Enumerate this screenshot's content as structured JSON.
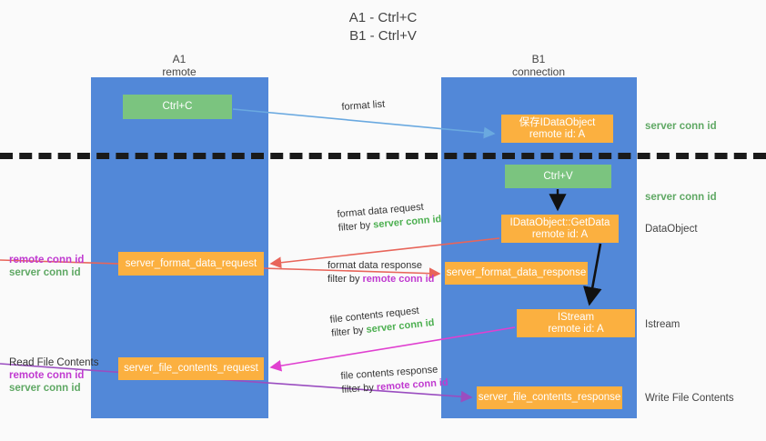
{
  "title_lines": [
    "A1 - Ctrl+C",
    "B1 - Ctrl+V"
  ],
  "columns": [
    {
      "name": "A1",
      "sub": "remote"
    },
    {
      "name": "B1",
      "sub": "connection"
    }
  ],
  "boxes": {
    "ctrl_c": {
      "line1": "Ctrl+C",
      "line2": "",
      "color": "#7bc47f"
    },
    "save_idataobject": {
      "line1": "保存IDataObject",
      "line2": "remote id: A",
      "color": "#fbb040"
    },
    "ctrl_v": {
      "line1": "Ctrl+V",
      "line2": "",
      "color": "#7bc47f"
    },
    "getdata": {
      "line1": "IDataObject::GetData",
      "line2": "remote id: A",
      "color": "#fbb040"
    },
    "istream": {
      "line1": "IStream",
      "line2": "remote id: A",
      "color": "#fbb040"
    },
    "server_format_data_request": {
      "line1": "server_format_data_request",
      "line2": "",
      "color": "#fbb040"
    },
    "server_format_data_response": {
      "line1": "server_format_data_response",
      "line2": "",
      "color": "#fbb040"
    },
    "server_file_contents_request": {
      "line1": "server_file_contents_request",
      "line2": "",
      "color": "#fbb040"
    },
    "server_file_contents_response": {
      "line1": "server_file_contents_response",
      "line2": "",
      "color": "#fbb040"
    }
  },
  "right_labels": {
    "server_conn_id_1": "server conn id",
    "server_conn_id_2": "server conn id",
    "dataobject": "DataObject",
    "istream": "Istream",
    "write_file_contents": "Write File Contents"
  },
  "left_labels": {
    "group1": {
      "remote": "remote conn id",
      "server": "server conn id"
    },
    "group2": {
      "title": "Read File Contents",
      "remote": "remote conn id",
      "server": "server conn id"
    }
  },
  "edge_labels": {
    "format_list": {
      "line1": "format list",
      "filter_prefix": "",
      "filter_value": ""
    },
    "format_data_request": {
      "line1": "format data request",
      "filter_prefix": "filter by ",
      "filter_value": "server conn id"
    },
    "format_data_response": {
      "line1": "format data response",
      "filter_prefix": "filter by ",
      "filter_value": "remote conn id"
    },
    "file_contents_request": {
      "line1": "file contents request",
      "filter_prefix": "filter by ",
      "filter_value": "server conn id"
    },
    "file_contents_response": {
      "line1": "file contents response",
      "filter_prefix": "filter by ",
      "filter_value": "remote conn id"
    }
  },
  "colors": {
    "lane": "#5288d8",
    "green_box": "#7bc47f",
    "orange_box": "#fbb040",
    "green_text": "#5fa864",
    "purple_text": "#c03ad0",
    "arrow_blue": "#6aa9e0",
    "arrow_red": "#e8655a",
    "arrow_magenta": "#e040d0",
    "arrow_purple": "#9a4dc0",
    "arrow_black": "#111111",
    "background": "#fafafa"
  }
}
